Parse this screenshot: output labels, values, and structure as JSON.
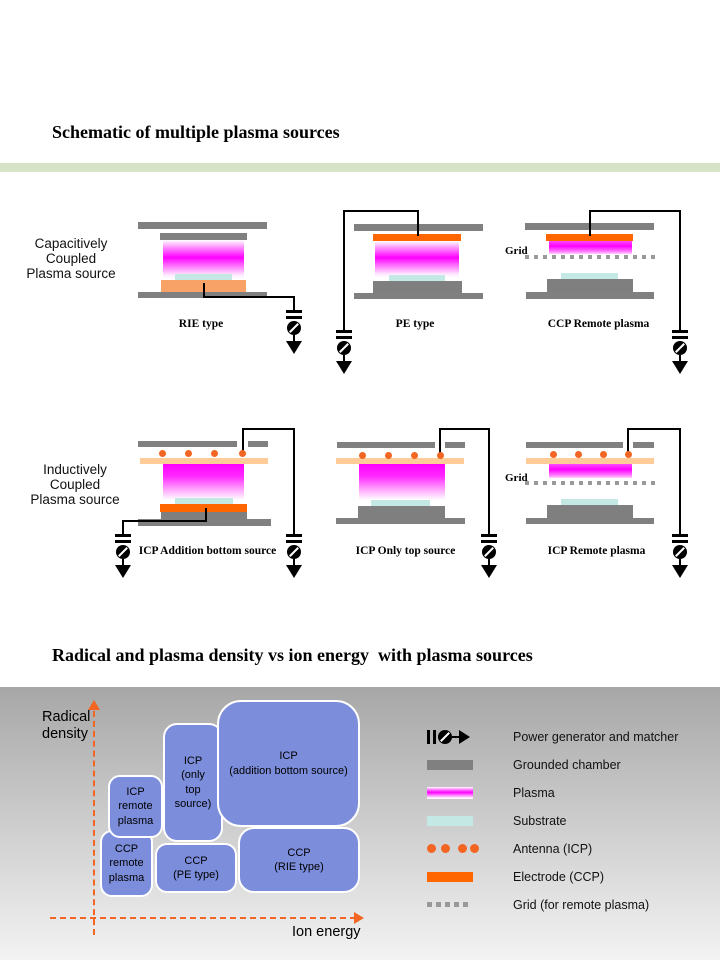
{
  "slide": {
    "title_top": "Schematic of multiple plasma sources",
    "title_bottom": "Radical and plasma density vs ion energy  with plasma sources"
  },
  "schematics": {
    "row_ccp": {
      "side_label": "Capacitively\nCoupled\nPlasma source",
      "captions": [
        "RIE type",
        "PE type",
        "CCP Remote plasma"
      ],
      "grid_label": "Grid"
    },
    "row_icp": {
      "side_label": "Inductively\nCoupled\nPlasma source",
      "captions": [
        "ICP Addition bottom source",
        "ICP Only top source",
        "ICP Remote plasma"
      ],
      "grid_label": "Grid"
    }
  },
  "chart_data": {
    "type": "scatter",
    "style": "labeled-region-blocks",
    "title": "Radical and plasma density vs ion energy  with plasma sources",
    "xlabel": "Ion energy",
    "ylabel": "Radical\ndensity",
    "axis_color": "#F26522",
    "block_color": "#7B8DDB",
    "blocks": [
      {
        "label": "CCP\nremote\nplasma",
        "x01": [
          0.02,
          0.21
        ],
        "y01": [
          0.1,
          0.44
        ],
        "px": [
          100,
          143,
          53,
          67
        ],
        "r": 12
      },
      {
        "label": "CCP\n(PE type)",
        "x01": [
          0.22,
          0.52
        ],
        "y01": [
          0.12,
          0.37
        ],
        "px": [
          155,
          156,
          82,
          50
        ],
        "r": 12
      },
      {
        "label": "ICP\n(only\ntop\nsource)",
        "x01": [
          0.25,
          0.47
        ],
        "y01": [
          0.38,
          0.97
        ],
        "px": [
          163,
          36,
          60,
          119
        ],
        "r": 14
      },
      {
        "label": "ICP\nremote\nplasma",
        "x01": [
          0.05,
          0.25
        ],
        "y01": [
          0.4,
          0.72
        ],
        "px": [
          108,
          88,
          55,
          63
        ],
        "r": 12
      },
      {
        "label": "ICP\n(addition bottom source)",
        "x01": [
          0.45,
          0.96
        ],
        "y01": [
          0.45,
          1.09
        ],
        "px": [
          217,
          13,
          143,
          127
        ],
        "r": 24
      },
      {
        "label": "CCP\n(RIE type)",
        "x01": [
          0.52,
          0.96
        ],
        "y01": [
          0.12,
          0.45
        ],
        "px": [
          238,
          140,
          122,
          66
        ],
        "r": 16
      }
    ]
  },
  "legend": {
    "items": [
      {
        "symbol": "power-generator-icon",
        "label": "Power generator and matcher"
      },
      {
        "symbol": "grounded-chamber-swatch",
        "label": "Grounded chamber"
      },
      {
        "symbol": "plasma-swatch",
        "label": "Plasma"
      },
      {
        "symbol": "substrate-swatch",
        "label": "Substrate"
      },
      {
        "symbol": "antenna-icp-icon",
        "label": "Antenna (ICP)"
      },
      {
        "symbol": "electrode-ccp-swatch",
        "label": "Electrode (CCP)"
      },
      {
        "symbol": "grid-swatch",
        "label": "Grid (for remote plasma)"
      }
    ]
  },
  "colors": {
    "divider_green": "#D6E3C6",
    "chamber_gray": "#808080",
    "electrode_orange": "#FF6600",
    "rie_block_orange": "#F9A267",
    "window_peach": "#FFCC99",
    "substrate_cyan": "#C4E8E4",
    "plasma_magenta": "#FF00FF",
    "antenna_orange": "#F26522",
    "axis_orange": "#F26522",
    "block_blue": "#7B8DDB",
    "panel_gray_top": "#A7A7A7",
    "panel_gray_bottom": "#F3F3F3"
  }
}
